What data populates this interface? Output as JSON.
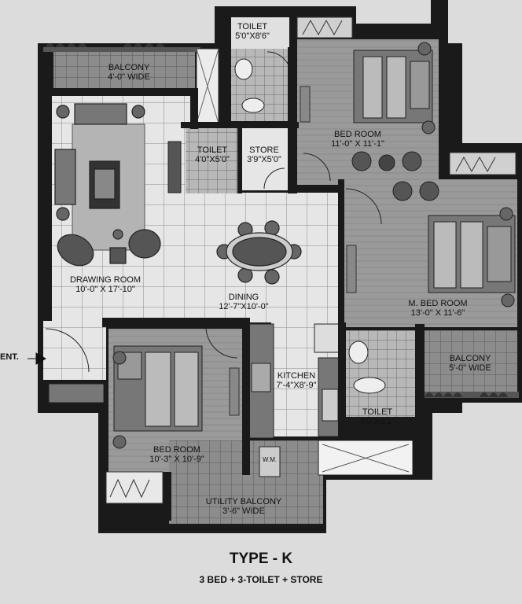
{
  "title": "TYPE - K",
  "subtitle": "3 BED + 3-TOILET + STORE",
  "entry_label": "ENT.",
  "rooms": {
    "toilet_top": {
      "name": "TOILET",
      "dim": "5'0\"X8'6\""
    },
    "balcony_top": {
      "name": "BALCONY",
      "dim": "4'-0\" WIDE"
    },
    "bedroom_top": {
      "name": "BED ROOM",
      "dim": "11'-0\" X 11'-1\""
    },
    "toilet_small": {
      "name": "TOILET",
      "dim": "4'0\"X5'0\""
    },
    "store": {
      "name": "STORE",
      "dim": "3'9\"X5'0\""
    },
    "drawing_room": {
      "name": "DRAWING ROOM",
      "dim": "10'-0\" X 17'-10\""
    },
    "dining": {
      "name": "DINING",
      "dim": "12'-7\"X10'-0\""
    },
    "master_bedroom": {
      "name": "M. BED ROOM",
      "dim": "13'-0\" X 11'-6\""
    },
    "balcony_right": {
      "name": "BALCONY",
      "dim": "5'-0\" WIDE"
    },
    "kitchen": {
      "name": "KITCHEN",
      "dim": "7'-4\"X8'-9\""
    },
    "toilet_right": {
      "name": "TOILET",
      "dim": "5'0\"X8'1\""
    },
    "bedroom_bottom": {
      "name": "BED ROOM",
      "dim": "10'-3\" X 10'-9\""
    },
    "utility_balcony": {
      "name": "UTILITY  BALCONY",
      "dim": "3'-6\" WIDE"
    }
  },
  "fixtures": {
    "washing_machine": "W.M."
  }
}
